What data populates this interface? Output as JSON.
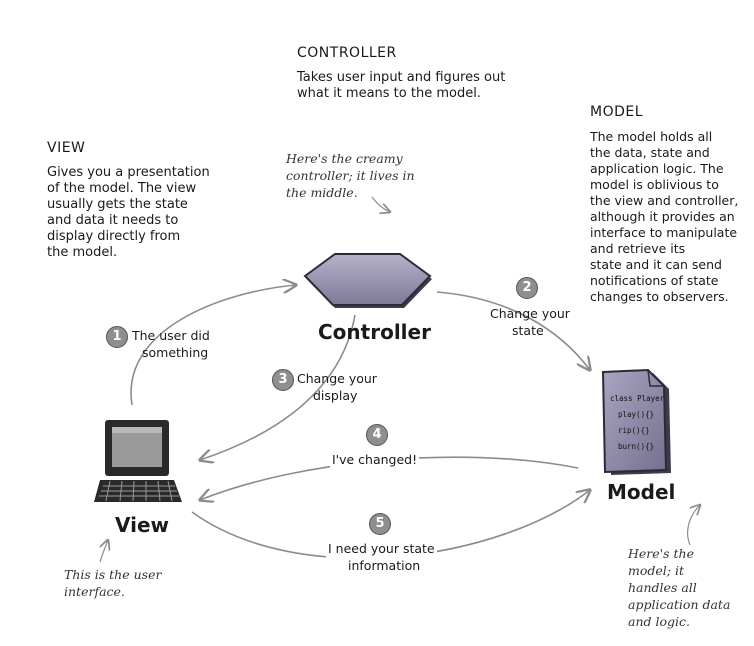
{
  "controller": {
    "heading": "CONTROLLER",
    "description_lines": [
      "Takes user input and figures out",
      "what it means to the model."
    ],
    "note_lines": [
      "Here's the creamy",
      "controller; it lives in",
      "the middle."
    ],
    "label": "Controller"
  },
  "view": {
    "heading": "VIEW",
    "description_lines": [
      "Gives you a presentation",
      "of the model. The view",
      "usually gets the state",
      "and data it needs to",
      "display directly from",
      "the model."
    ],
    "note_lines": [
      "This is the user",
      "interface."
    ],
    "label": "View"
  },
  "model": {
    "heading": "MODEL",
    "description_lines": [
      "The model holds all",
      "the data, state and",
      "application logic. The",
      "model is oblivious to",
      "the view and controller,",
      "although it provides an",
      "interface to manipulate",
      "and retrieve its",
      "state and it can send",
      "notifications of state",
      "changes to observers."
    ],
    "note_lines": [
      "Here's the",
      "model; it",
      "handles all",
      "application data",
      "and logic."
    ],
    "label": "Model",
    "code_lines": [
      "class Player",
      "play(){}",
      "rip(){}",
      "burn(){}"
    ]
  },
  "steps": [
    {
      "number": "1",
      "lines": [
        "The user did",
        "something"
      ]
    },
    {
      "number": "2",
      "lines": [
        "Change your",
        "state"
      ]
    },
    {
      "number": "3",
      "lines": [
        "Change your",
        "display"
      ]
    },
    {
      "number": "4",
      "lines": [
        "I've changed!"
      ]
    },
    {
      "number": "5",
      "lines": [
        "I need your state",
        "information"
      ]
    }
  ],
  "colors": {
    "controller_fill": "#8e8aa6",
    "model_fill": "#8e8aa6",
    "badge": "#8f8f8f",
    "arrow": "#8c8c8c"
  }
}
